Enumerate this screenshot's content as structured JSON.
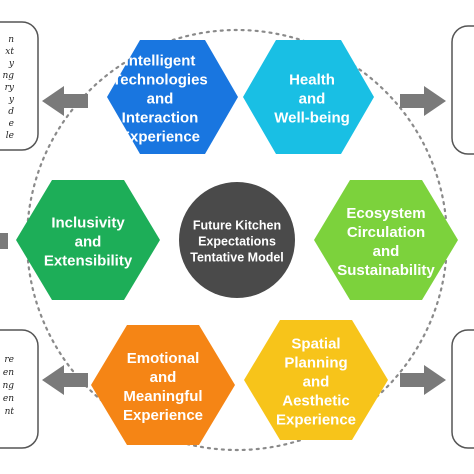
{
  "diagram": {
    "center": {
      "lines": [
        "Future Kitchen",
        "Expectations",
        "Tentative Model"
      ],
      "color": "#4a4a4a"
    },
    "hexagons": [
      {
        "id": "intelligent",
        "lines": [
          "Intelligent",
          "Technologies",
          "and",
          "Interaction",
          "Experience"
        ],
        "color": "#1976e0"
      },
      {
        "id": "health",
        "lines": [
          "Health",
          "and",
          "Well-being"
        ],
        "color": "#19bfe4"
      },
      {
        "id": "inclusivity",
        "lines": [
          "Inclusivity",
          "and",
          "Extensibility"
        ],
        "color": "#1dae58"
      },
      {
        "id": "ecosystem",
        "lines": [
          "Ecosystem",
          "Circulation",
          "and",
          "Sustainability"
        ],
        "color": "#7cd23c"
      },
      {
        "id": "emotional",
        "lines": [
          "Emotional",
          "and",
          "Meaningful",
          "Experience"
        ],
        "color": "#f58515"
      },
      {
        "id": "spatial",
        "lines": [
          "Spatial",
          "Planning",
          "and",
          "Aesthetic",
          "Experience"
        ],
        "color": "#f7c41a"
      }
    ],
    "side_boxes": {
      "top_left": [
        "n",
        "xt",
        "y",
        "ng",
        "ry",
        "y",
        "d",
        "e",
        "le"
      ],
      "bottom_left": [
        "re",
        "en",
        "ng",
        "en",
        "nt"
      ]
    },
    "colors": {
      "arrow": "#7a7a7a",
      "ring": "#8a8a8a",
      "box_border": "#555555"
    }
  }
}
